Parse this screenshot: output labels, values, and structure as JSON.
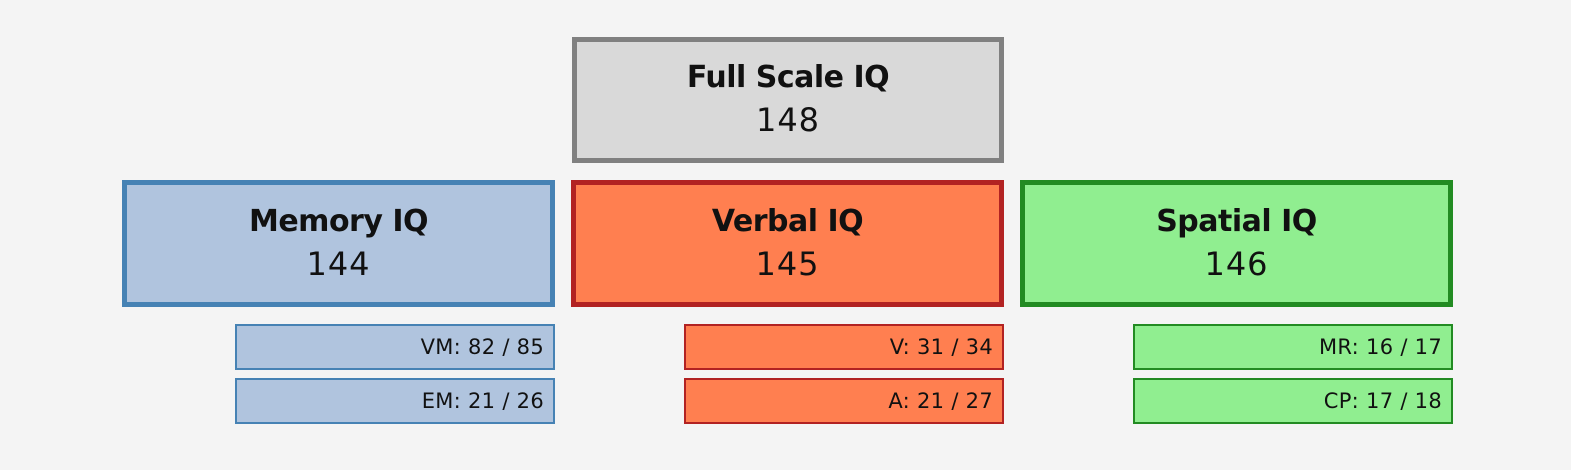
{
  "full_scale": {
    "title": "Full Scale IQ",
    "score": "148",
    "fill": "#d9d9d9",
    "border": "#808080"
  },
  "indices": [
    {
      "title": "Memory IQ",
      "score": "144",
      "fill": "#b0c4de",
      "border": "#4682b4",
      "subtests": [
        {
          "label": "VM: 82 / 85"
        },
        {
          "label": "EM: 21 / 26"
        }
      ]
    },
    {
      "title": "Verbal IQ",
      "score": "145",
      "fill": "#ff7f50",
      "border": "#b22222",
      "subtests": [
        {
          "label": "V: 31 / 34"
        },
        {
          "label": "A: 21 / 27"
        }
      ]
    },
    {
      "title": "Spatial IQ",
      "score": "146",
      "fill": "#90ee90",
      "border": "#228b22",
      "subtests": [
        {
          "label": "MR: 16 / 17"
        },
        {
          "label": "CP: 17 / 18"
        }
      ]
    }
  ]
}
